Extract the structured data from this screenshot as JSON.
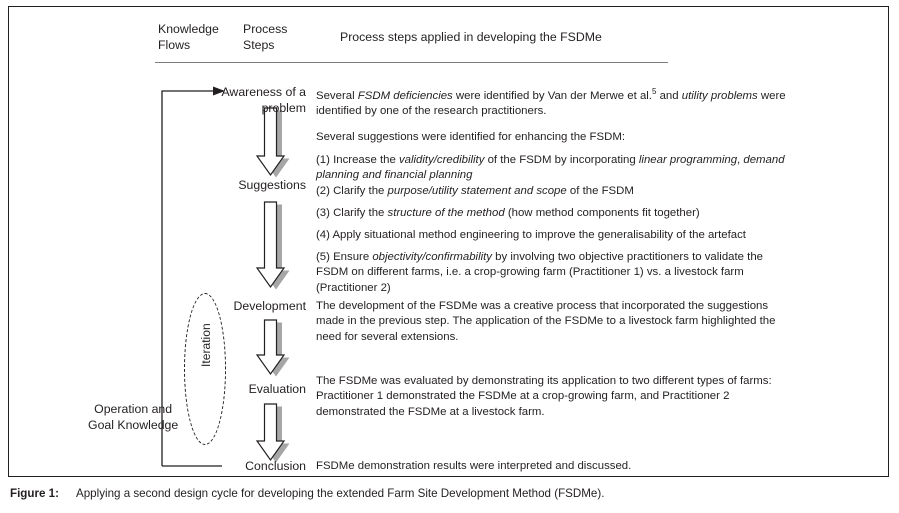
{
  "figure": {
    "caption_label": "Figure 1:",
    "caption_text": "Applying a second design cycle for developing the extended Farm Site Development Method (FSDMe)."
  },
  "headers": {
    "knowledge_flows": "Knowledge\nFlows",
    "process_steps": "Process\nSteps",
    "applied_steps": "Process steps applied in developing the FSDMe"
  },
  "knowledge_flow": {
    "label": "Operation and\nGoal Knowledge",
    "iteration_label": "Iteration"
  },
  "steps": [
    {
      "label": "Awareness of a\nproblem"
    },
    {
      "label": "Suggestions"
    },
    {
      "label": "Development"
    },
    {
      "label": "Evaluation"
    },
    {
      "label": "Conclusion"
    }
  ],
  "content": {
    "awareness": {
      "line1_a": "Several ",
      "line1_i": "FSDM deficiencies",
      "line1_b": " were identified by Van der Merwe et al.",
      "line1_sup": "5",
      "line1_c": " and ",
      "line2_i": "utility problems",
      "line2_b": " were identified by one of the research practitioners."
    },
    "suggestions_intro": "Several suggestions were identified for enhancing the FSDM:",
    "suggestion_1": {
      "a": "(1) Increase the ",
      "i1": "validity/credibility",
      "b": " of the FSDM by incorporating ",
      "i2": "linear programming",
      "c": ", ",
      "i3": "demand planning and financial planning"
    },
    "suggestion_2": {
      "a": "(2) Clarify the ",
      "i1": "purpose/utility statement and scope",
      "b": " of the FSDM"
    },
    "suggestion_3": {
      "a": "(3) Clarify the ",
      "i1": "structure of the method",
      "b": " (how method components fit together)"
    },
    "suggestion_4": {
      "a": "(4) Apply situational method engineering to improve the generalisability of the artefact"
    },
    "suggestion_5": {
      "a": "(5) Ensure ",
      "i1": "objectivity/confirmability",
      "b": " by involving two objective practitioners to validate the FSDM on different farms, i.e. a crop-growing farm (Practitioner 1) vs. a livestock farm (Practitioner 2)"
    },
    "development": "The development of the FSDMe was a creative process that incorporated the suggestions made in the previous step. The application of the FSDMe to a livestock farm highlighted the need for several extensions.",
    "evaluation": "The FSDMe was evaluated by demonstrating its application to two different types of farms: Practitioner 1 demonstrated the FSDMe at a crop-growing farm, and Practitioner 2 demonstrated the FSDMe at a livestock farm.",
    "conclusion": "FSDMe demonstration results were interpreted and discussed."
  },
  "colors": {
    "ink": "#231f20",
    "rule": "#7d7d7d",
    "arrow_shadow": "#a6a6a6"
  }
}
